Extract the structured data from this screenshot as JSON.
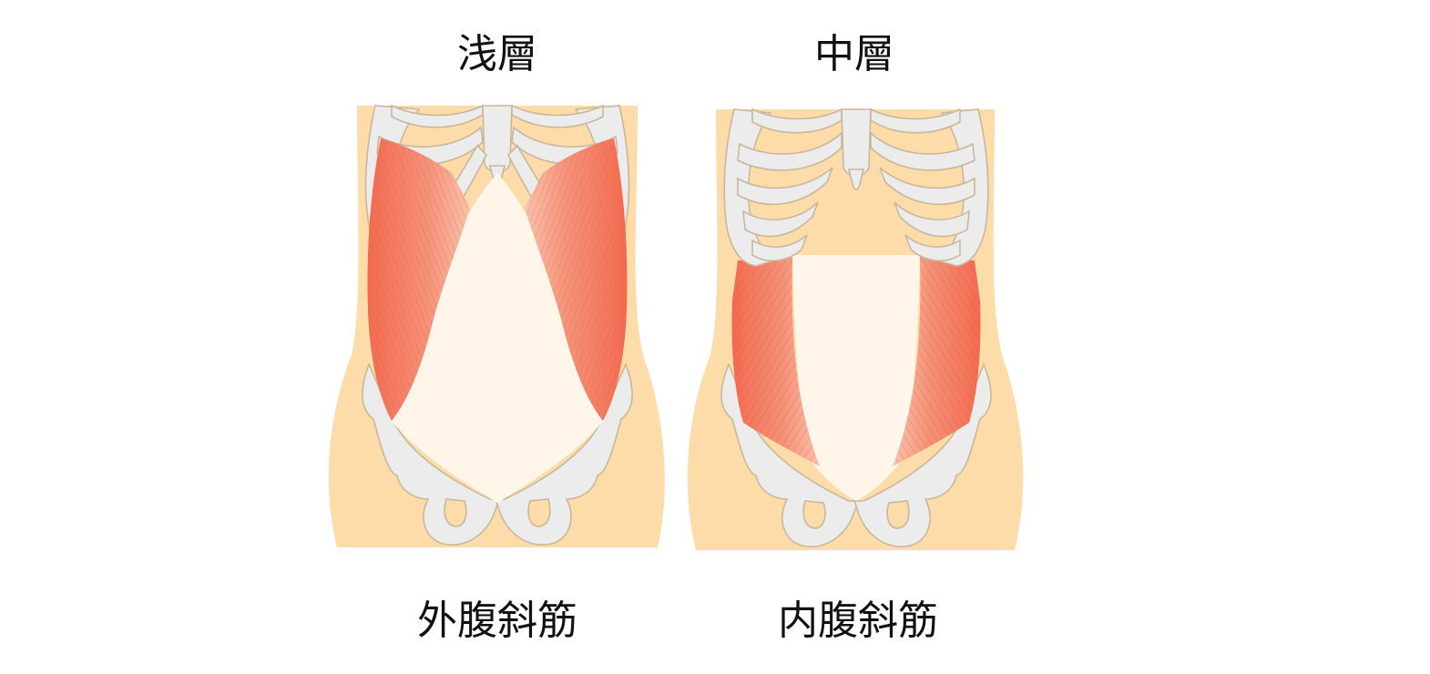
{
  "panels": [
    {
      "title": "浅層",
      "caption": "外腹斜筋",
      "muscle": "external-oblique"
    },
    {
      "title": "中層",
      "caption": "内腹斜筋",
      "muscle": "internal-oblique"
    }
  ],
  "colors": {
    "skin": "#fddcaa",
    "bone": "#ececec",
    "bone_outline": "#c9b79c",
    "abdomen": "#fff5e8",
    "muscle": "#f2785e",
    "muscle_light": "#f9b9a2"
  }
}
